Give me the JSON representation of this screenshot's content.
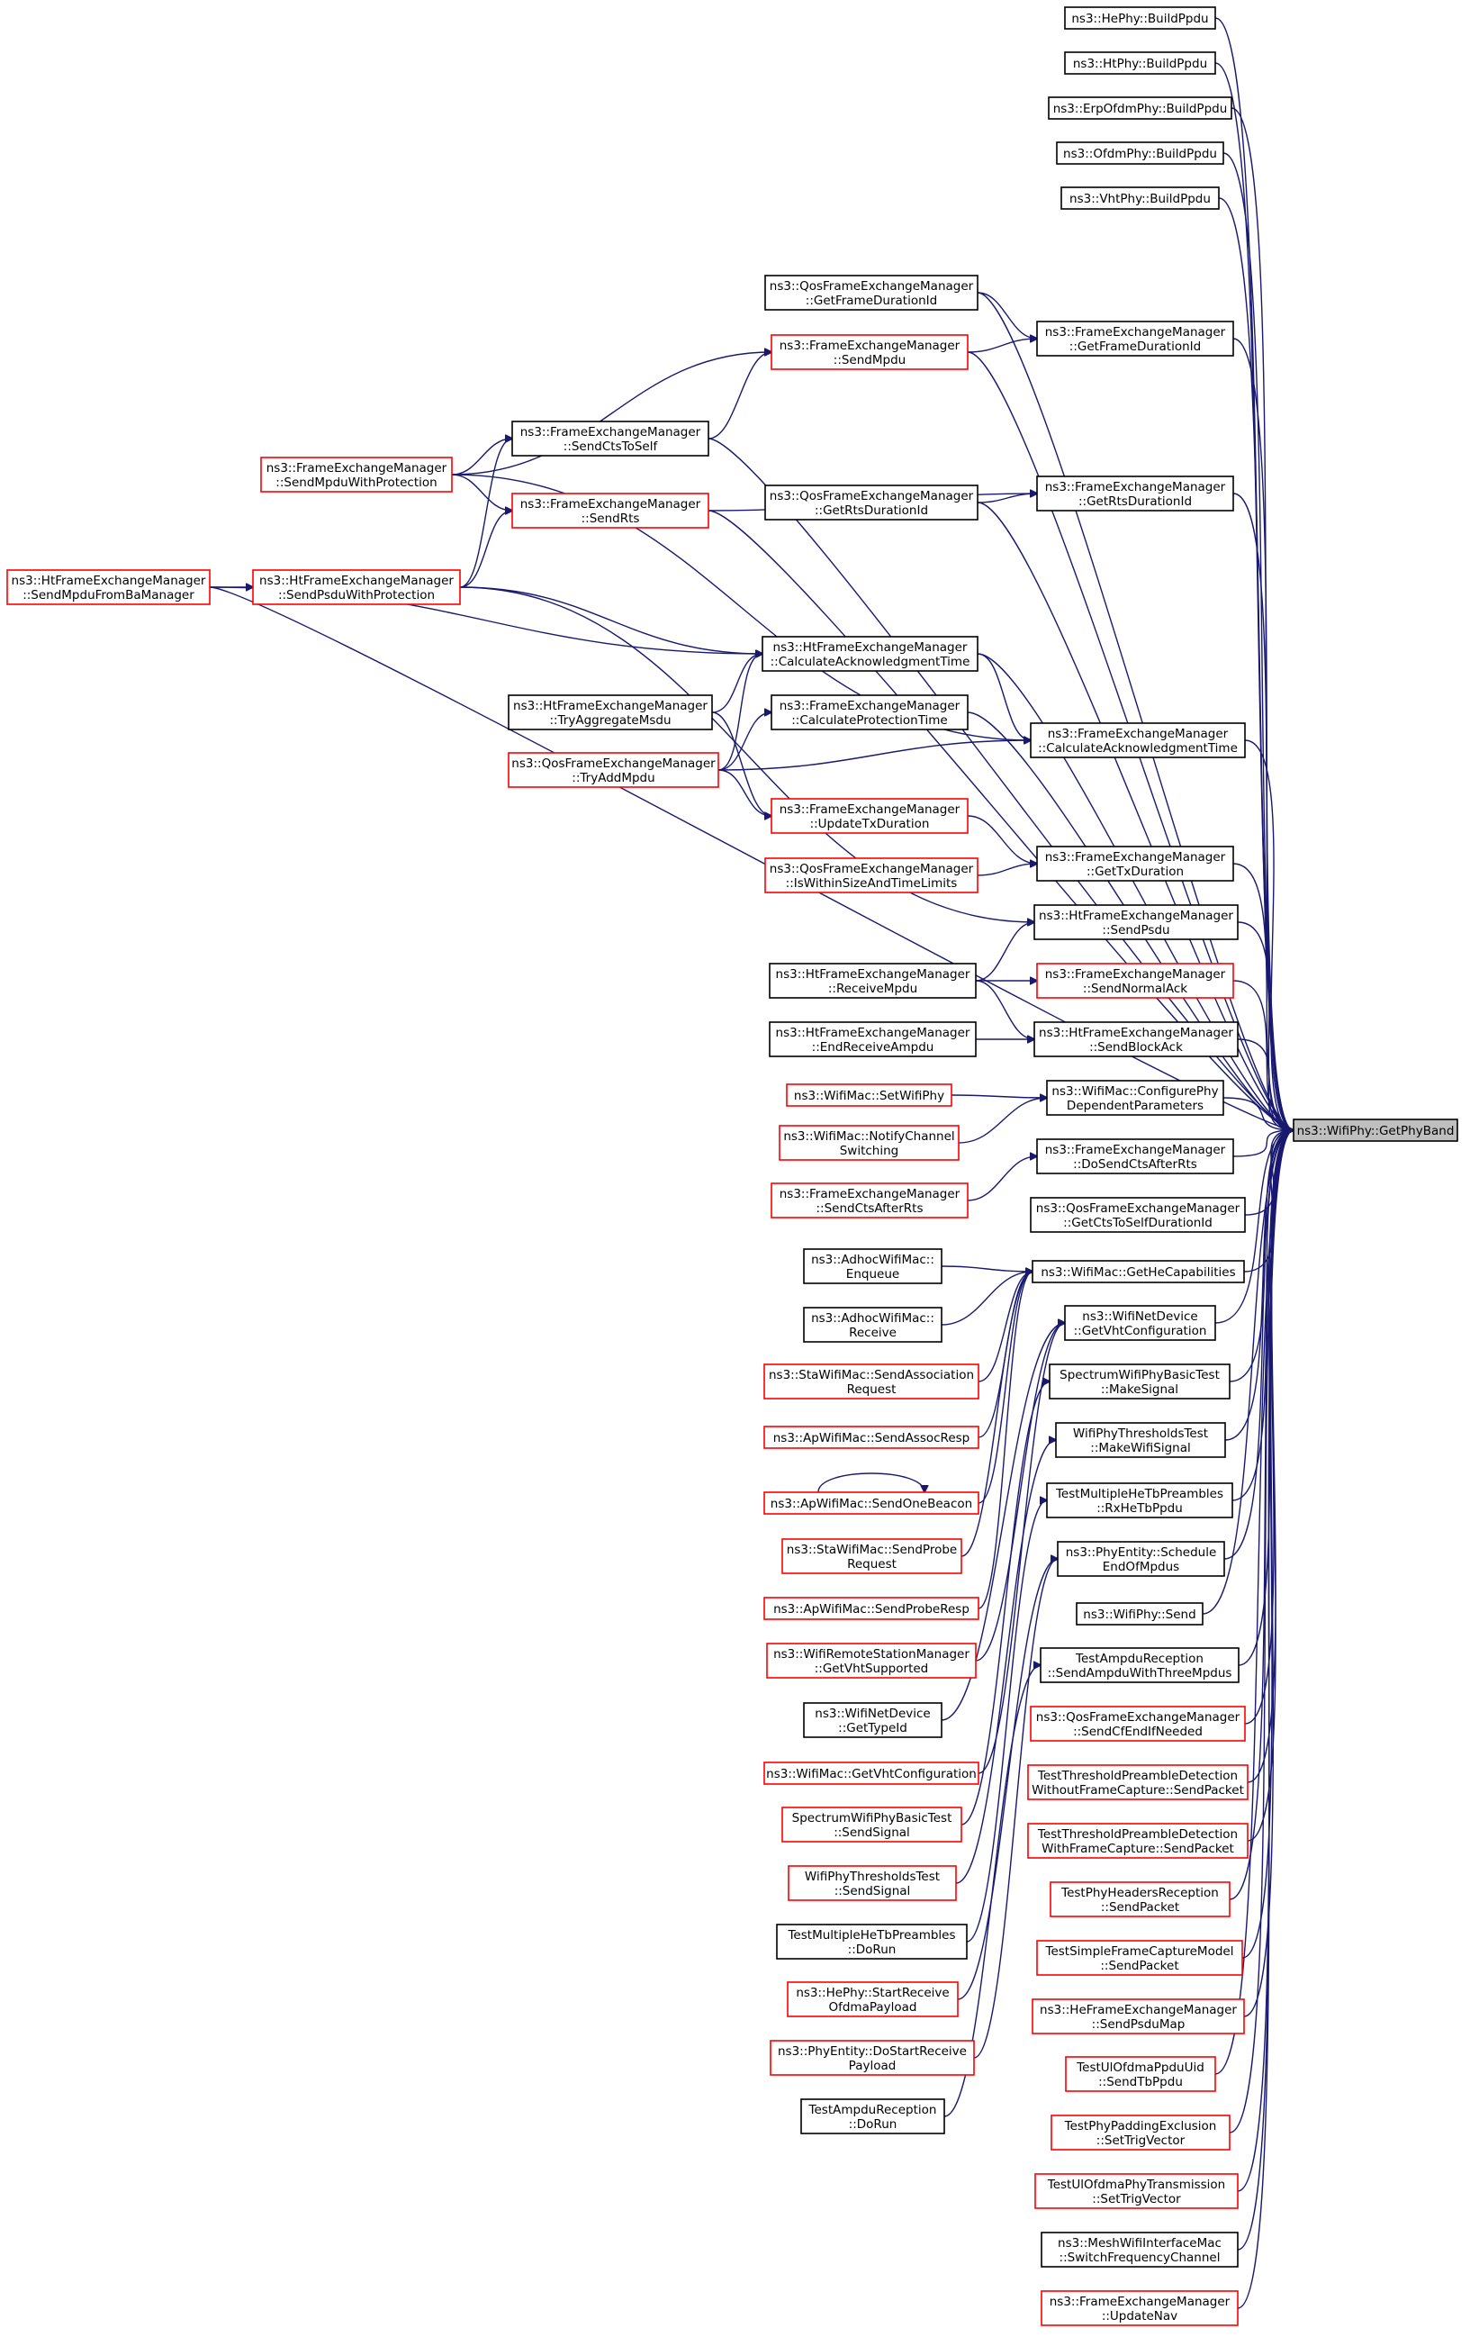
{
  "root": {
    "label": [
      "ns3::WifiPhy::GetPhyBand"
    ],
    "color": "root"
  },
  "nodes": [
    {
      "id": "heBuild",
      "label": [
        "ns3::HePhy::BuildPpdu"
      ],
      "color": "black"
    },
    {
      "id": "htBuild",
      "label": [
        "ns3::HtPhy::BuildPpdu"
      ],
      "color": "black"
    },
    {
      "id": "erpBuild",
      "label": [
        "ns3::ErpOfdmPhy::BuildPpdu"
      ],
      "color": "black"
    },
    {
      "id": "ofdmBuild",
      "label": [
        "ns3::OfdmPhy::BuildPpdu"
      ],
      "color": "black"
    },
    {
      "id": "vhtBuild",
      "label": [
        "ns3::VhtPhy::BuildPpdu"
      ],
      "color": "black"
    },
    {
      "id": "qosGetFrameDur",
      "label": [
        "ns3::QosFrameExchangeManager",
        "::GetFrameDurationId"
      ],
      "color": "black"
    },
    {
      "id": "femGetFrameDur",
      "label": [
        "ns3::FrameExchangeManager",
        "::GetFrameDurationId"
      ],
      "color": "black"
    },
    {
      "id": "femSendMpdu",
      "label": [
        "ns3::FrameExchangeManager",
        "::SendMpdu"
      ],
      "color": "red"
    },
    {
      "id": "femSendCtsToSelf",
      "label": [
        "ns3::FrameExchangeManager",
        "::SendCtsToSelf"
      ],
      "color": "black"
    },
    {
      "id": "femSendMpduWithProt",
      "label": [
        "ns3::FrameExchangeManager",
        "::SendMpduWithProtection"
      ],
      "color": "red"
    },
    {
      "id": "femGetRtsDur",
      "label": [
        "ns3::FrameExchangeManager",
        "::GetRtsDurationId"
      ],
      "color": "black"
    },
    {
      "id": "qosGetRtsDur",
      "label": [
        "ns3::QosFrameExchangeManager",
        "::GetRtsDurationId"
      ],
      "color": "black"
    },
    {
      "id": "femSendRts",
      "label": [
        "ns3::FrameExchangeManager",
        "::SendRts"
      ],
      "color": "red"
    },
    {
      "id": "htSendMpduFromBa",
      "label": [
        "ns3::HtFrameExchangeManager",
        "::SendMpduFromBaManager"
      ],
      "color": "red"
    },
    {
      "id": "htSendPsduWithProt",
      "label": [
        "ns3::HtFrameExchangeManager",
        "::SendPsduWithProtection"
      ],
      "color": "red"
    },
    {
      "id": "htCalcAck",
      "label": [
        "ns3::HtFrameExchangeManager",
        "::CalculateAcknowledgmentTime"
      ],
      "color": "black"
    },
    {
      "id": "htTryAggMsdu",
      "label": [
        "ns3::HtFrameExchangeManager",
        "::TryAggregateMsdu"
      ],
      "color": "black"
    },
    {
      "id": "femCalcProt",
      "label": [
        "ns3::FrameExchangeManager",
        "::CalculateProtectionTime"
      ],
      "color": "black"
    },
    {
      "id": "femCalcAck",
      "label": [
        "ns3::FrameExchangeManager",
        "::CalculateAcknowledgmentTime"
      ],
      "color": "black"
    },
    {
      "id": "qosTryAddMpdu",
      "label": [
        "ns3::QosFrameExchangeManager",
        "::TryAddMpdu"
      ],
      "color": "red"
    },
    {
      "id": "femUpdateTxDur",
      "label": [
        "ns3::FrameExchangeManager",
        "::UpdateTxDuration"
      ],
      "color": "red"
    },
    {
      "id": "femGetTxDur",
      "label": [
        "ns3::FrameExchangeManager",
        "::GetTxDuration"
      ],
      "color": "black"
    },
    {
      "id": "qosIsWithin",
      "label": [
        "ns3::QosFrameExchangeManager",
        "::IsWithinSizeAndTimeLimits"
      ],
      "color": "red"
    },
    {
      "id": "htSendPsdu",
      "label": [
        "ns3::HtFrameExchangeManager",
        "::SendPsdu"
      ],
      "color": "black"
    },
    {
      "id": "htReceiveMpdu",
      "label": [
        "ns3::HtFrameExchangeManager",
        "::ReceiveMpdu"
      ],
      "color": "black"
    },
    {
      "id": "femSendNormalAck",
      "label": [
        "ns3::FrameExchangeManager",
        "::SendNormalAck"
      ],
      "color": "red"
    },
    {
      "id": "htEndReceiveAmpdu",
      "label": [
        "ns3::HtFrameExchangeManager",
        "::EndReceiveAmpdu"
      ],
      "color": "black"
    },
    {
      "id": "htSendBlockAck",
      "label": [
        "ns3::HtFrameExchangeManager",
        "::SendBlockAck"
      ],
      "color": "black"
    },
    {
      "id": "macSetWifiPhy",
      "label": [
        "ns3::WifiMac::SetWifiPhy"
      ],
      "color": "red"
    },
    {
      "id": "macConfigPhy",
      "label": [
        "ns3::WifiMac::ConfigurePhy",
        "DependentParameters"
      ],
      "color": "black"
    },
    {
      "id": "macNotifyChannel",
      "label": [
        "ns3::WifiMac::NotifyChannel",
        "Switching"
      ],
      "color": "red"
    },
    {
      "id": "femDoSendCts",
      "label": [
        "ns3::FrameExchangeManager",
        "::DoSendCtsAfterRts"
      ],
      "color": "black"
    },
    {
      "id": "femSendCtsAfterRts",
      "label": [
        "ns3::FrameExchangeManager",
        "::SendCtsAfterRts"
      ],
      "color": "red"
    },
    {
      "id": "qosGetCtsToSelf",
      "label": [
        "ns3::QosFrameExchangeManager",
        "::GetCtsToSelfDurationId"
      ],
      "color": "black"
    },
    {
      "id": "adhocEnqueue",
      "label": [
        "ns3::AdhocWifiMac::",
        "Enqueue"
      ],
      "color": "black"
    },
    {
      "id": "macGetHeCap",
      "label": [
        "ns3::WifiMac::GetHeCapabilities"
      ],
      "color": "black"
    },
    {
      "id": "adhocReceive",
      "label": [
        "ns3::AdhocWifiMac::",
        "Receive"
      ],
      "color": "black"
    },
    {
      "id": "netDevGetVht",
      "label": [
        "ns3::WifiNetDevice",
        "::GetVhtConfiguration"
      ],
      "color": "black"
    },
    {
      "id": "staSendAssoc",
      "label": [
        "ns3::StaWifiMac::SendAssociation",
        "Request"
      ],
      "color": "red"
    },
    {
      "id": "spectrumMakeSignal",
      "label": [
        "SpectrumWifiPhyBasicTest",
        "::MakeSignal"
      ],
      "color": "black"
    },
    {
      "id": "apSendAssocResp",
      "label": [
        "ns3::ApWifiMac::SendAssocResp"
      ],
      "color": "red"
    },
    {
      "id": "thresholdsMakeSignal",
      "label": [
        "WifiPhyThresholdsTest",
        "::MakeWifiSignal"
      ],
      "color": "black"
    },
    {
      "id": "apSendOneBeacon",
      "label": [
        "ns3::ApWifiMac::SendOneBeacon"
      ],
      "color": "red"
    },
    {
      "id": "multiRxHeTb",
      "label": [
        "TestMultipleHeTbPreambles",
        "::RxHeTbPpdu"
      ],
      "color": "black"
    },
    {
      "id": "staSendProbe",
      "label": [
        "ns3::StaWifiMac::SendProbe",
        "Request"
      ],
      "color": "red"
    },
    {
      "id": "phyEntitySchedule",
      "label": [
        "ns3::PhyEntity::Schedule",
        "EndOfMpdus"
      ],
      "color": "black"
    },
    {
      "id": "apSendProbeResp",
      "label": [
        "ns3::ApWifiMac::SendProbeResp"
      ],
      "color": "red"
    },
    {
      "id": "wifiPhySend",
      "label": [
        "ns3::WifiPhy::Send"
      ],
      "color": "black"
    },
    {
      "id": "rsmGetVhtSupported",
      "label": [
        "ns3::WifiRemoteStationManager",
        "::GetVhtSupported"
      ],
      "color": "red"
    },
    {
      "id": "ampduSendThree",
      "label": [
        "TestAmpduReception",
        "::SendAmpduWithThreeMpdus"
      ],
      "color": "black"
    },
    {
      "id": "netDevGetTypeId",
      "label": [
        "ns3::WifiNetDevice",
        "::GetTypeId"
      ],
      "color": "black"
    },
    {
      "id": "qosSendCfEnd",
      "label": [
        "ns3::QosFrameExchangeManager",
        "::SendCfEndIfNeeded"
      ],
      "color": "red"
    },
    {
      "id": "macGetVht",
      "label": [
        "ns3::WifiMac::GetVhtConfiguration"
      ],
      "color": "red"
    },
    {
      "id": "thrPreWithout",
      "label": [
        "TestThresholdPreambleDetection",
        "WithoutFrameCapture::SendPacket"
      ],
      "color": "red"
    },
    {
      "id": "spectrumSendSignal",
      "label": [
        "SpectrumWifiPhyBasicTest",
        "::SendSignal"
      ],
      "color": "red"
    },
    {
      "id": "thrPreWith",
      "label": [
        "TestThresholdPreambleDetection",
        "WithFrameCapture::SendPacket"
      ],
      "color": "red"
    },
    {
      "id": "thresholdsSendSignal",
      "label": [
        "WifiPhyThresholdsTest",
        "::SendSignal"
      ],
      "color": "red"
    },
    {
      "id": "phyHeadersSend",
      "label": [
        "TestPhyHeadersReception",
        "::SendPacket"
      ],
      "color": "red"
    },
    {
      "id": "multiDoRun",
      "label": [
        "TestMultipleHeTbPreambles",
        "::DoRun"
      ],
      "color": "black"
    },
    {
      "id": "simpleCaptureSend",
      "label": [
        "TestSimpleFrameCaptureModel",
        "::SendPacket"
      ],
      "color": "red"
    },
    {
      "id": "heStartReceive",
      "label": [
        "ns3::HePhy::StartReceive",
        "OfdmaPayload"
      ],
      "color": "red"
    },
    {
      "id": "heFemSendPsduMap",
      "label": [
        "ns3::HeFrameExchangeManager",
        "::SendPsduMap"
      ],
      "color": "red"
    },
    {
      "id": "phyEntityDoStart",
      "label": [
        "ns3::PhyEntity::DoStartReceive",
        "Payload"
      ],
      "color": "red"
    },
    {
      "id": "ulOfdmaSendTb",
      "label": [
        "TestUlOfdmaPpduUid",
        "::SendTbPpdu"
      ],
      "color": "red"
    },
    {
      "id": "ampduDoRun",
      "label": [
        "TestAmpduReception",
        "::DoRun"
      ],
      "color": "black"
    },
    {
      "id": "paddingSetTrig",
      "label": [
        "TestPhyPaddingExclusion",
        "::SetTrigVector"
      ],
      "color": "red"
    },
    {
      "id": "ulOfdmaPhySetTrig",
      "label": [
        "TestUlOfdmaPhyTransmission",
        "::SetTrigVector"
      ],
      "color": "red"
    },
    {
      "id": "meshSwitch",
      "label": [
        "ns3::MeshWifiInterfaceMac",
        "::SwitchFrequencyChannel"
      ],
      "color": "black"
    },
    {
      "id": "femUpdateNav",
      "label": [
        "ns3::FrameExchangeManager",
        "::UpdateNav"
      ],
      "color": "red"
    }
  ]
}
